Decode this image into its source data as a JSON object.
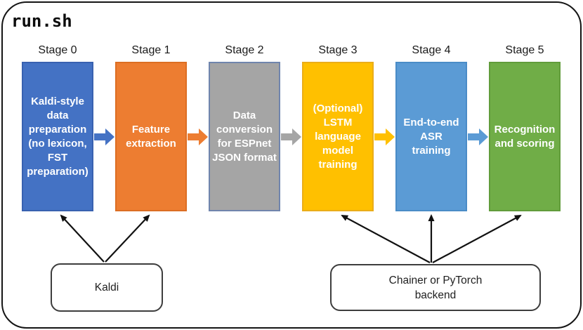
{
  "title": "run.sh",
  "pipeline": {
    "stages": [
      {
        "label": "Stage 0",
        "text": "Kaldi-style\ndata\npreparation\n(no lexicon,\nFST\npreparation)",
        "fill": "#4472C4",
        "border": "#3861B0"
      },
      {
        "label": "Stage 1",
        "text": "Feature\nextraction",
        "fill": "#ED7D31",
        "border": "#DC6E23"
      },
      {
        "label": "Stage 2",
        "text": "Data\nconversion\nfor ESPnet\nJSON format",
        "fill": "#A5A5A5",
        "border": "#7085AD"
      },
      {
        "label": "Stage 3",
        "text": "(Optional)\nLSTM\nlanguage\nmodel\ntraining",
        "fill": "#FFC000",
        "border": "#EAAD19"
      },
      {
        "label": "Stage 4",
        "text": "End-to-end\nASR\ntraining",
        "fill": "#5B9BD5",
        "border": "#4A8CC7"
      },
      {
        "label": "Stage 5",
        "text": "Recognition\nand scoring",
        "fill": "#70AD47",
        "border": "#619C3B"
      }
    ],
    "flow_arrow_colors": [
      "#4472C4",
      "#ED7D31",
      "#A5A5A5",
      "#FFC000",
      "#5B9BD5"
    ]
  },
  "backends": {
    "kaldi": {
      "label": "Kaldi"
    },
    "chainer_pytorch": {
      "label": "Chainer or PyTorch\nbackend"
    }
  },
  "connector_color": "#111111"
}
